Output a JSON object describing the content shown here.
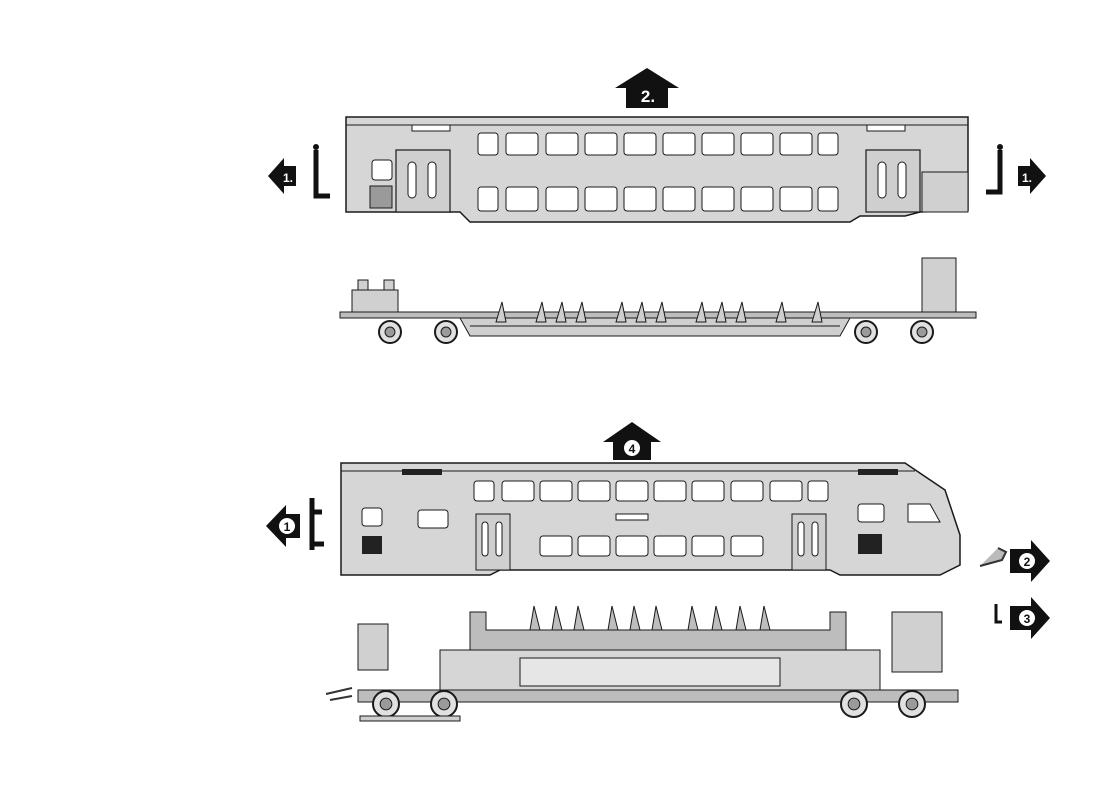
{
  "colors": {
    "body": "#d6d6d6",
    "body_dark": "#bdbdbd",
    "outline": "#1a1a1a",
    "arrow": "#111111",
    "window": "#ffffff"
  },
  "upper_wagon": {
    "step_top_arrow": "2.",
    "step_left_arrow": "1.",
    "step_right_arrow": "1."
  },
  "lower_wagon": {
    "step_top_arrow": "4",
    "step_left_arrow": "1",
    "step_right_arrow_a": "2",
    "step_right_arrow_b": "3"
  }
}
